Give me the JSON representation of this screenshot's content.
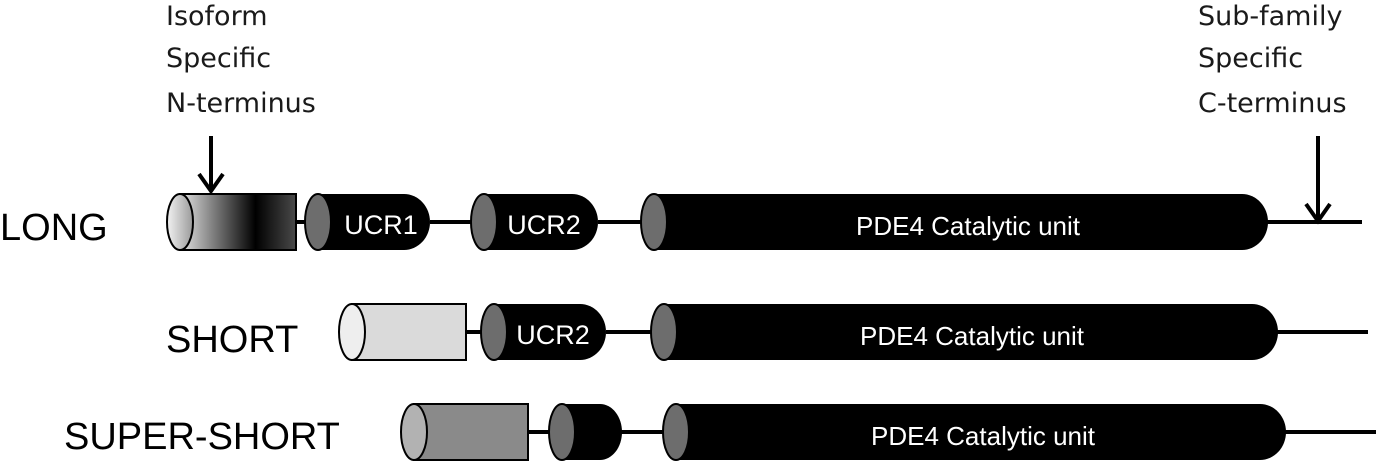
{
  "annotations": {
    "n_terminus": [
      "Isoform",
      "Specific",
      "N-terminus"
    ],
    "c_terminus": [
      "Sub-family",
      "Specific",
      "C-terminus"
    ]
  },
  "rows": [
    {
      "label": "LONG",
      "domains": [
        "",
        "UCR1",
        "UCR2",
        "PDE4 Catalytic unit"
      ]
    },
    {
      "label": "SHORT",
      "domains": [
        "",
        "UCR2",
        "PDE4 Catalytic unit"
      ]
    },
    {
      "label": "SUPER-SHORT",
      "domains": [
        "",
        "",
        "PDE4 Catalytic unit"
      ]
    }
  ],
  "colors": {
    "domain_body": "#000000",
    "domain_cap": "#6d6d6d",
    "long_n_terminus": "gradient-grey-to-black",
    "short_n_terminus": "#dadada",
    "super_short_n_terminus": "#8a8a8a"
  }
}
